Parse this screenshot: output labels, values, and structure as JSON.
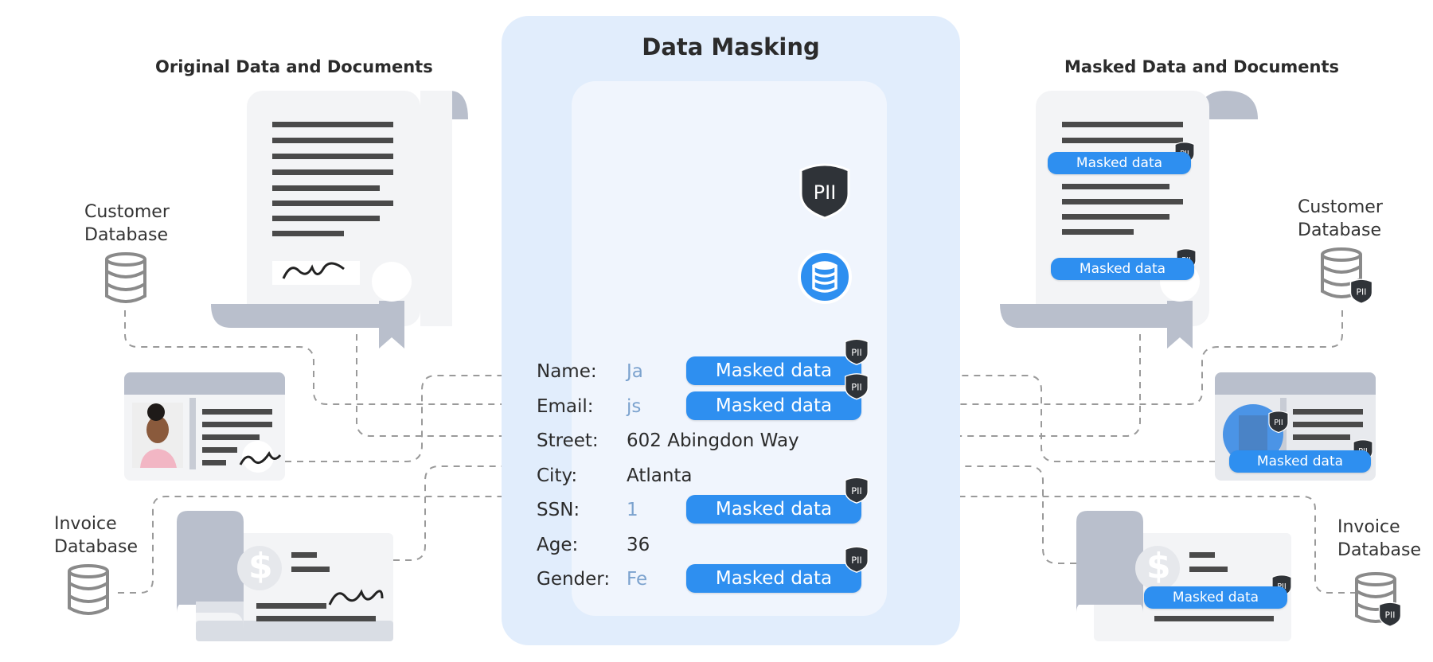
{
  "titles": {
    "original": "Original Data and Documents",
    "masking": "Data Masking",
    "masked": "Masked Data and Documents"
  },
  "databases": {
    "left_customer": "Customer\nDatabase",
    "left_invoice": "Invoice\nDatabase",
    "right_customer": "Customer\nDatabase",
    "right_invoice": "Invoice\nDatabase"
  },
  "badge_text": "PII",
  "masked_label": "Masked data",
  "fields": [
    {
      "label": "Name:",
      "value": "Ja",
      "masked": true
    },
    {
      "label": "Email:",
      "value": "js",
      "masked": true
    },
    {
      "label": "Street:",
      "value": "602 Abingdon Way",
      "masked": false
    },
    {
      "label": "City:",
      "value": "Atlanta",
      "masked": false
    },
    {
      "label": "SSN:",
      "value": "1",
      "masked": true
    },
    {
      "label": "Age:",
      "value": "36",
      "masked": false
    },
    {
      "label": "Gender:",
      "value": "Fe",
      "masked": true
    }
  ],
  "icons": {
    "currency": "$",
    "database": "database-icon",
    "shield": "shield-icon",
    "signature": "signature-icon"
  },
  "colors": {
    "accent": "#2e8ff0",
    "panel": "#e1edfc",
    "card": "#f0f5fd",
    "doc_gray": "#b9bfcc",
    "doc_paper": "#f3f4f6",
    "text_line": "#4a4a4a",
    "shield": "#2f3338"
  }
}
